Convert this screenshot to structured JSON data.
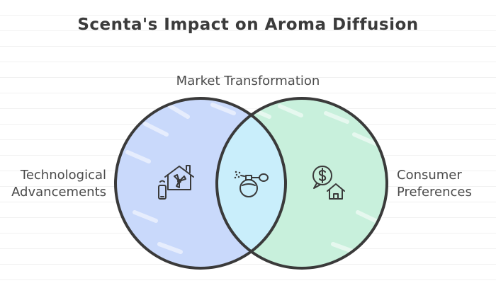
{
  "title": "Scenta's Impact on Aroma Diffusion",
  "labels": {
    "top": "Market Transformation",
    "left_line1": "Technological",
    "left_line2": "Advancements",
    "right_line1": "Consumer",
    "right_line2": "Preferences"
  },
  "circles": {
    "left_fill": "#c9d9fb",
    "right_fill": "#c8f0dc",
    "overlap_fill": "#c9eefb",
    "stroke": "#3a3a3a"
  },
  "icons": {
    "left": "smart-home-icon",
    "center": "perfume-atomizer-icon",
    "right": "money-house-icon"
  }
}
